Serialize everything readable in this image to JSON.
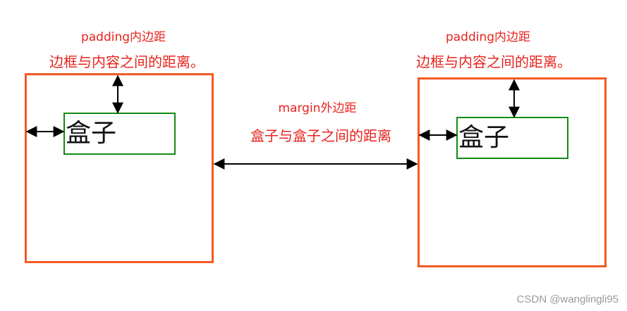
{
  "left": {
    "padding_title": "padding内边距",
    "padding_desc": "边框与内容之间的距离。",
    "content_text": "盒子"
  },
  "right": {
    "padding_title": "padding内边距",
    "padding_desc": "边框与内容之间的距离。",
    "content_text": "盒子"
  },
  "margin": {
    "title": "margin外边距",
    "desc": "盒子与盒子之间的距离"
  },
  "colors": {
    "label_red": "#e8221c",
    "border_box": "#f25a22",
    "content_box": "#138a13",
    "arrow": "#000000"
  },
  "watermark": "CSDN @wanglingli95"
}
